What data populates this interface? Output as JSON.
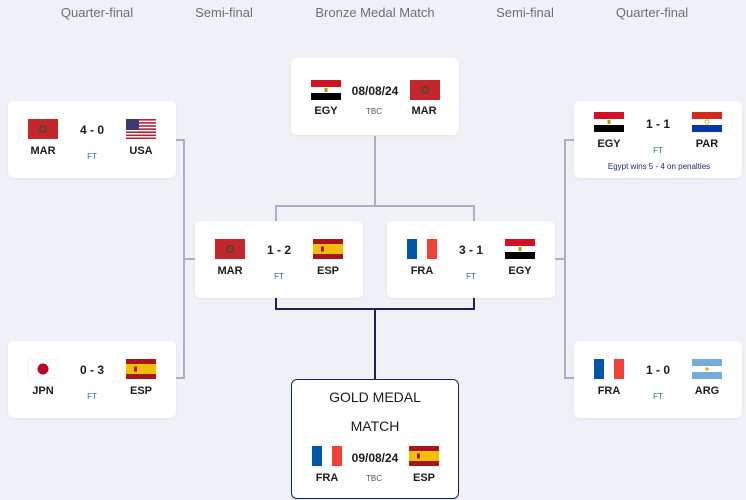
{
  "headers": {
    "left_qf": "Quarter-final",
    "left_sf": "Semi-final",
    "bronze": "Bronze Medal Match",
    "right_sf": "Semi-final",
    "right_qf": "Quarter-final"
  },
  "bronze": {
    "date": "08/08/24",
    "status": "TBC",
    "home": "EGY",
    "away": "MAR"
  },
  "qf_left_top": {
    "home": "MAR",
    "away": "USA",
    "score": "4 - 0",
    "status": "FT"
  },
  "qf_left_bottom": {
    "home": "JPN",
    "away": "ESP",
    "score": "0 - 3",
    "status": "FT"
  },
  "sf_left": {
    "home": "MAR",
    "away": "ESP",
    "score": "1 - 2",
    "status": "FT"
  },
  "sf_right": {
    "home": "FRA",
    "away": "EGY",
    "score": "3 - 1",
    "status": "FT"
  },
  "qf_right_top": {
    "home": "EGY",
    "away": "PAR",
    "score": "1 - 1",
    "status": "FT",
    "note": "Egypt wins 5 - 4  on penalties"
  },
  "qf_right_bottom": {
    "home": "FRA",
    "away": "ARG",
    "score": "1 - 0",
    "status": "FT"
  },
  "gold": {
    "title_line1": "GOLD MEDAL",
    "title_line2": "MATCH",
    "date": "09/08/24",
    "status": "TBC",
    "home": "FRA",
    "away": "ESP"
  },
  "colors": {
    "connector": "#a7b0c4",
    "final_connector": "#1d2358",
    "status_text": "#2f6e8f"
  }
}
